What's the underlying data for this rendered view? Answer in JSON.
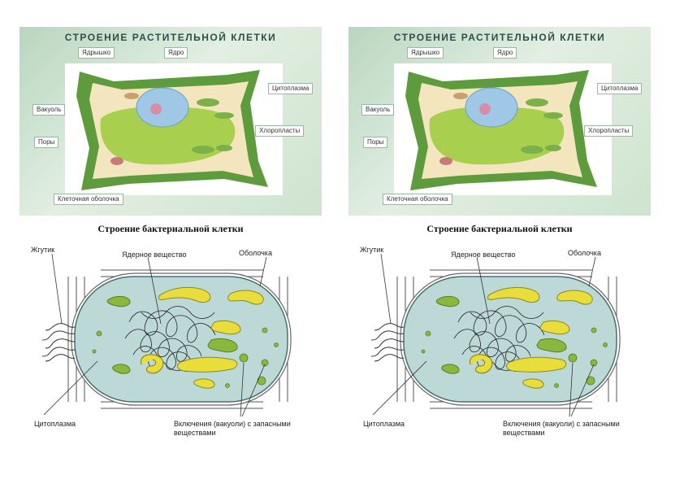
{
  "plant": {
    "title": "СТРОЕНИЕ РАСТИТЕЛЬНОЙ КЛЕТКИ",
    "labels": {
      "nucleolus": "Ядрышко",
      "nucleus": "Ядро",
      "cytoplasm": "Цитоплазма",
      "vacuole": "Вакуоль",
      "chloroplasts": "Хлоропласты",
      "pores": "Поры",
      "cell_wall": "Клеточная оболочка"
    }
  },
  "bacteria": {
    "title": "Строение бактериальной клетки",
    "labels": {
      "flagellum": "Жгутик",
      "nuclear_substance": "Ядерное вещество",
      "membrane": "Оболочка",
      "cytoplasm": "Цитоплазма",
      "inclusions_line1": "Включения (вакуоли) с запасными",
      "inclusions_line2": "веществами"
    }
  },
  "colors": {
    "panel_bg": "#cfe3cf",
    "cell_wall": "#5d9b3d",
    "cytoplasm_plant": "#f3e6bf",
    "vacuole": "#a9cf4e",
    "nucleus": "#9fc8e6",
    "bacteria_cytoplasm": "#bcd9d8",
    "inclusion_yellow": "#e9dd3c",
    "inclusion_green": "#8ab73e"
  }
}
